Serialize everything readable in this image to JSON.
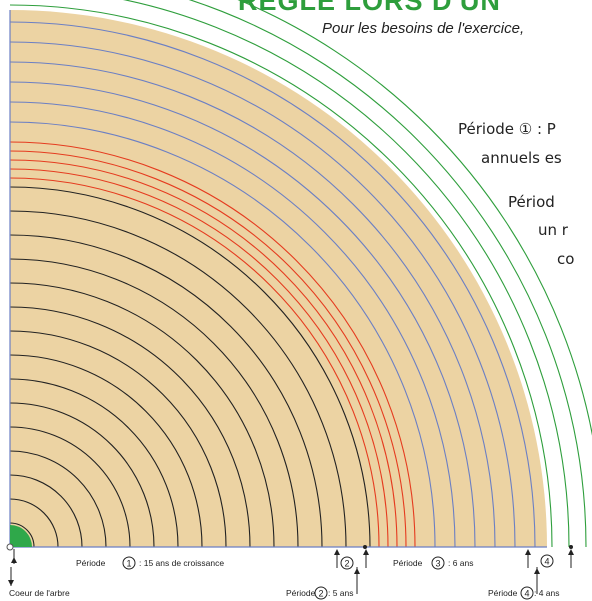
{
  "header": {
    "title": "REGLE LORS D'UN",
    "subtitle": "Pour les besoins de l'exercice,"
  },
  "side_text": {
    "line1": "Période ① : P",
    "line2": "annuels es",
    "line3": "Périod",
    "line4": "un r",
    "line5": "co"
  },
  "periods": [
    {
      "number": "1",
      "label_prefix": "Période",
      "label_suffix": ": 15 ans de croissance",
      "years": 15,
      "ring_color": "#222222"
    },
    {
      "number": "2",
      "label_prefix": "Période",
      "label_suffix": ": 5 ans",
      "years": 5,
      "ring_color": "#e53b1f"
    },
    {
      "number": "3",
      "label_prefix": "Période",
      "label_suffix": ": 6 ans",
      "years": 6,
      "ring_color": "#6b7fc4"
    },
    {
      "number": "4",
      "label_prefix": "Période",
      "label_suffix": ": 4 ans",
      "years": 4,
      "ring_color": "#2e9e3c"
    }
  ],
  "core_label": "Coeur de l'arbre",
  "colors": {
    "wood": "#ecd3a3",
    "core": "#2fa84a",
    "axis": "#6b7fc4",
    "title": "#2e9e3c"
  }
}
